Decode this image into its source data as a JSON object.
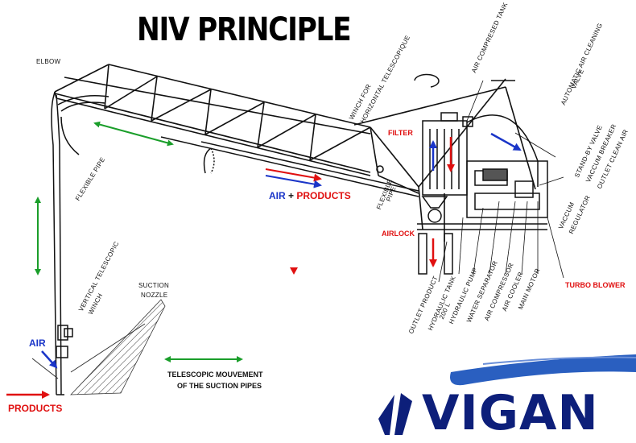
{
  "title": "NIV PRINCIPLE",
  "labels": {
    "elbow": "ELBOW",
    "flexible_pipe_left": "FLEXIBLE PIPE",
    "vertical_winch_1": "VERTICAL TELESCOPIC",
    "vertical_winch_2": "WINCH",
    "suction_nozzle_1": "SUCTION",
    "suction_nozzle_2": "NOZZLE",
    "air": "AIR",
    "products": "PRODUCTS",
    "air_plus": "AIR",
    "plus": "+",
    "air_products": "PRODUCTS",
    "telescopic_1": "TELESCOPIC MOUVEMENT",
    "telescopic_2": "OF THE SUCTION PIPES",
    "winch_horizontal_1": "WINCH FOR",
    "winch_horizontal_2": "HORIZONTAL TELESCOPIQUE",
    "air_compressed_tank": "AIR COMPRESED TANK",
    "filter": "FILTER",
    "automatic_valve_1": "AUTOMATIC AIR CLEANING",
    "automatic_valve_2": "VALVE",
    "standby_1": "STAND-BY VALVE",
    "standby_2": "VACCUM BREAKER",
    "standby_3": "OUTLET CLEAN AIR",
    "flexible_pipe_right_1": "FLEXIBLE",
    "flexible_pipe_right_2": "PIPE",
    "vaccum_regulator_1": "VACCUM",
    "vaccum_regulator_2": "REGULATOR",
    "airlock": "AIRLOCK",
    "outlet_product": "OUTLET PRODUCT",
    "hydraulic_tank_1": "HYDRAULIC TANK",
    "hydraulic_tank_2": "200 L",
    "hydraulic_pump": "HYDRAULIC PUMP",
    "water_separator": "WATER SEPARATOR",
    "air_compressor": "AIR COMPRESSOR",
    "air_cooler": "AIR COOLER",
    "main_motor": "MAIN MOTOR",
    "turbo_blower": "TURBO BLOWER"
  },
  "logo": {
    "text": "VIGAN"
  },
  "colors": {
    "red": "#e01010",
    "blue": "#1a35c8",
    "green": "#1a9e2a",
    "logo_blue": "#0d1f7a",
    "logo_swoosh": "#2a5fc0"
  }
}
